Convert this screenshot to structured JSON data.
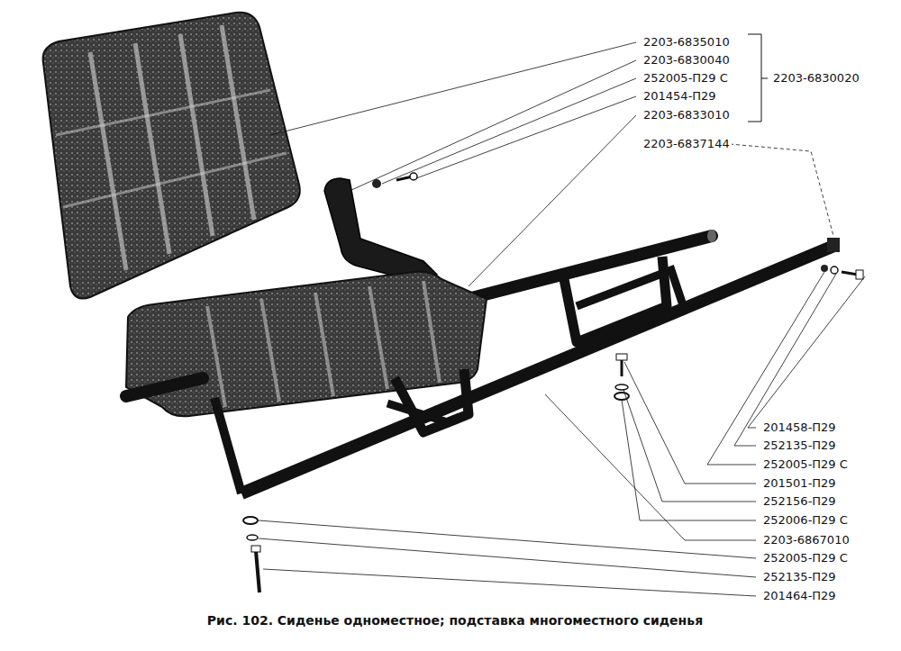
{
  "diagram": {
    "caption": "Рис. 102. Сиденье одноместное; подставка многоместного сиденья",
    "labels": [
      "2203-6835010",
      "2203-6830040",
      "252005-П29 С",
      "201454-П29",
      "2203-6833010",
      "2203-6830020",
      "2203-6837144",
      "201458-П29",
      "252135-П29",
      "252005-П29 С",
      "201501-П29",
      "252156-П29",
      "252006-П29 С",
      "2203-6867010",
      "252005-П29 С",
      "252135-П29",
      "201464-П29"
    ]
  }
}
